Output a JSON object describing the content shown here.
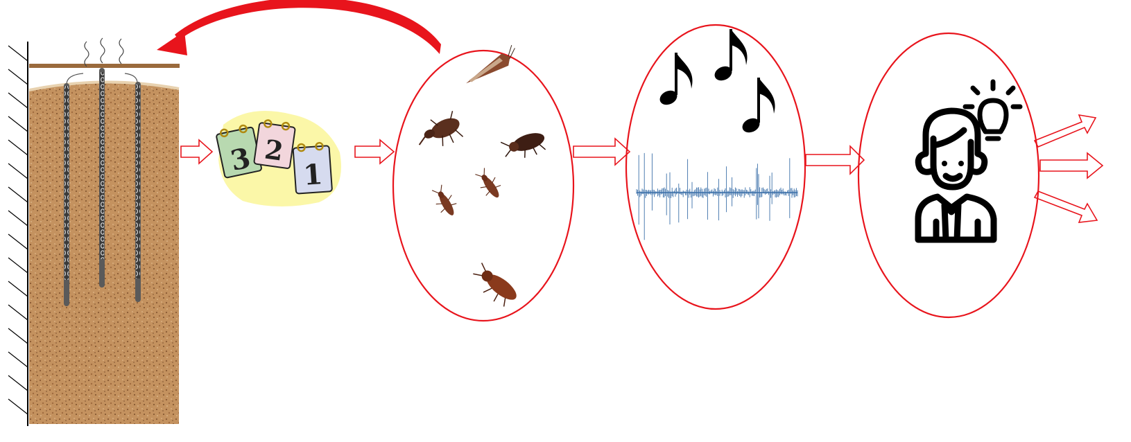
{
  "colors": {
    "flow_red": "#e8141c",
    "soil": "#c4925f",
    "soil_dark": "#8a5a33",
    "lid_brown": "#9a6a3c",
    "signal_blue": "#3a6fa8",
    "calendar_highlight": "#fbf7a8"
  },
  "diagram": {
    "stages": [
      {
        "id": "grain-bin",
        "icon": "grain-storage-with-probes"
      },
      {
        "id": "calendar",
        "icon": "calendar-pages-icon"
      },
      {
        "id": "insects",
        "icon": "stored-product-insects"
      },
      {
        "id": "sound",
        "icon": "music-notes-and-waveform"
      },
      {
        "id": "decision",
        "icon": "person-with-lightbulb-icon"
      }
    ],
    "feedback": {
      "from": "insects",
      "to": "grain-bin",
      "icon": "curved-feedback-arrow"
    }
  },
  "calendar": {
    "pages": [
      "3",
      "2",
      "1"
    ]
  }
}
